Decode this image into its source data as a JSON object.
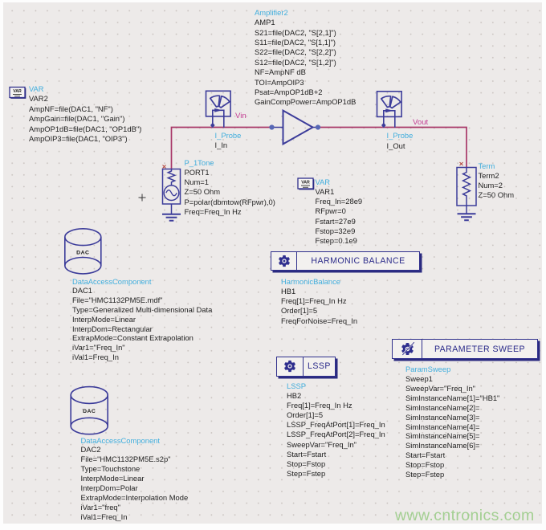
{
  "window": {
    "watermark": "www.cntronics.com"
  },
  "palette": {
    "canvas_bg": "#edeae9",
    "grid_dot": "#c7c0bd",
    "component_outline": "#3c3c9a",
    "component_name_blue": "#41aedd",
    "parameter_text": "#1f1f1f",
    "wire_magenta": "#a83868",
    "net_label_magenta": "#c33b92",
    "controller_navy": "#30308c",
    "watermark_green": "#a3cf92"
  },
  "components": {
    "var2": {
      "label": "VAR",
      "params": [
        "VAR2",
        "AmpNF=file(DAC1, \"NF\")",
        "AmpGain=file(DAC1, \"Gain\")",
        "AmpOP1dB=file(DAC1, \"OP1dB\")",
        "AmpOIP3=file(DAC1, \"OIP3\")"
      ]
    },
    "amplifier": {
      "label": "Amplifier2",
      "params": [
        "AMP1",
        "S21=file(DAC2, \"S[2,1]\")",
        "S11=file(DAC2, \"S[1,1]\")",
        "S22=file(DAC2, \"S[2,2]\")",
        "S12=file(DAC2, \"S[1,2]\")",
        "NF=AmpNF dB",
        "TOI=AmpOIP3",
        "Psat=AmpOP1dB+2",
        "GainCompPower=AmpOP1dB"
      ]
    },
    "port1": {
      "label": "P_1Tone",
      "params": [
        "PORT1",
        "Num=1",
        "Z=50 Ohm",
        "P=polar(dbmtow(RFpwr),0)",
        "Freq=Freq_In Hz"
      ]
    },
    "var1": {
      "label": "VAR",
      "params": [
        "VAR1",
        "Freq_In=28e9",
        "RFpwr=0",
        "Fstart=27e9",
        "Fstop=32e9",
        "Fstep=0.1e9"
      ]
    },
    "term2": {
      "label": "Term",
      "params": [
        "Term2",
        "Num=2",
        "Z=50 Ohm"
      ]
    },
    "probe_in": {
      "label": "I_Probe",
      "params": [
        "I_In"
      ]
    },
    "probe_out": {
      "label": "I_Probe",
      "params": [
        "I_Out"
      ]
    },
    "dac1": {
      "label": "DataAccessComponent",
      "params": [
        "DAC1",
        "File=\"HMC1132PM5E.mdf\"",
        "Type=Generalized Multi-dimensional Data",
        "InterpMode=Linear",
        "InterpDom=Rectangular",
        "ExtrapMode=Constant Extrapolation",
        "iVar1=\"Freq_In\"",
        "iVal1=Freq_In"
      ]
    },
    "hb": {
      "label": "HarmonicBalance",
      "params": [
        "HB1",
        "Freq[1]=Freq_In Hz",
        "Order[1]=5",
        "FreqForNoise=Freq_In"
      ]
    },
    "lssp": {
      "label": "LSSP",
      "params": [
        "HB2",
        "Freq[1]=Freq_In Hz",
        "Order[1]=5",
        "LSSP_FreqAtPort[1]=Freq_In",
        "LSSP_FreqAtPort[2]=Freq_In",
        "SweepVar=\"Freq_In\"",
        "Start=Fstart",
        "Stop=Fstop",
        "Step=Fstep"
      ]
    },
    "ps": {
      "label": "ParamSweep",
      "params": [
        "Sweep1",
        "SweepVar=\"Freq_In\"",
        "SimInstanceName[1]=\"HB1\"",
        "SimInstanceName[2]=",
        "SimInstanceName[3]=",
        "SimInstanceName[4]=",
        "SimInstanceName[5]=",
        "SimInstanceName[6]=",
        "Start=Fstart",
        "Stop=Fstop",
        "Step=Fstep"
      ]
    },
    "dac2": {
      "label": "DataAccessComponent",
      "params": [
        "DAC2",
        "File=\"HMC1132PM5E.s2p\"",
        "Type=Touchstone",
        "InterpMode=Linear",
        "InterpDom=Polar",
        "ExtrapMode=Interpolation Mode",
        "iVar1=\"freq\"",
        "iVal1=Freq_In"
      ]
    }
  },
  "controllers": {
    "hb": {
      "title": "HARMONIC BALANCE"
    },
    "lssp": {
      "title": "LSSP"
    },
    "ps": {
      "title": "PARAMETER SWEEP"
    }
  },
  "nets": {
    "vin": "Vin",
    "vout": "Vout"
  },
  "icons": {
    "var_icon_text": "VAR",
    "dac_icon_text": "DAC"
  }
}
